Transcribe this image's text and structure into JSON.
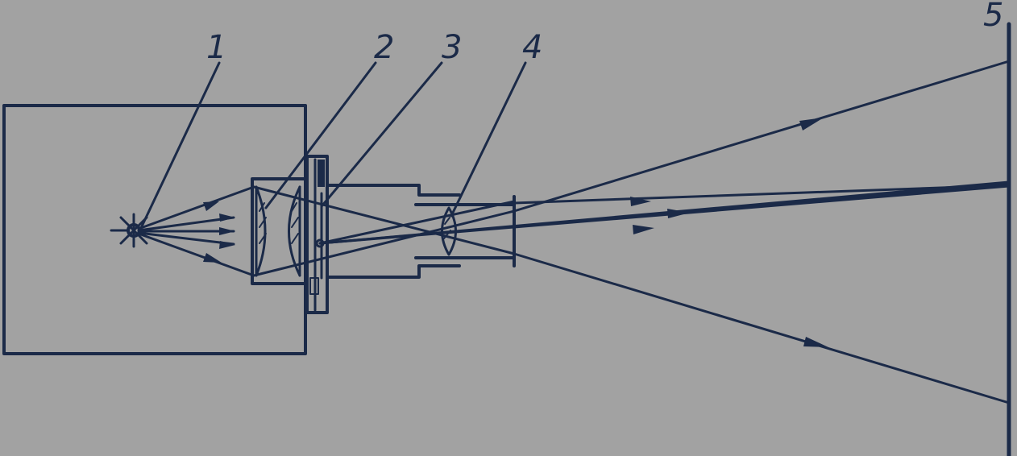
{
  "diagram": {
    "labels": [
      {
        "id": "lamp",
        "text": "1"
      },
      {
        "id": "condenser",
        "text": "2"
      },
      {
        "id": "slide",
        "text": "3"
      },
      {
        "id": "objective",
        "text": "4"
      },
      {
        "id": "screen",
        "text": "5"
      }
    ],
    "colors": {
      "ink": "#1b2a48",
      "background": "#a2a2a2"
    }
  }
}
